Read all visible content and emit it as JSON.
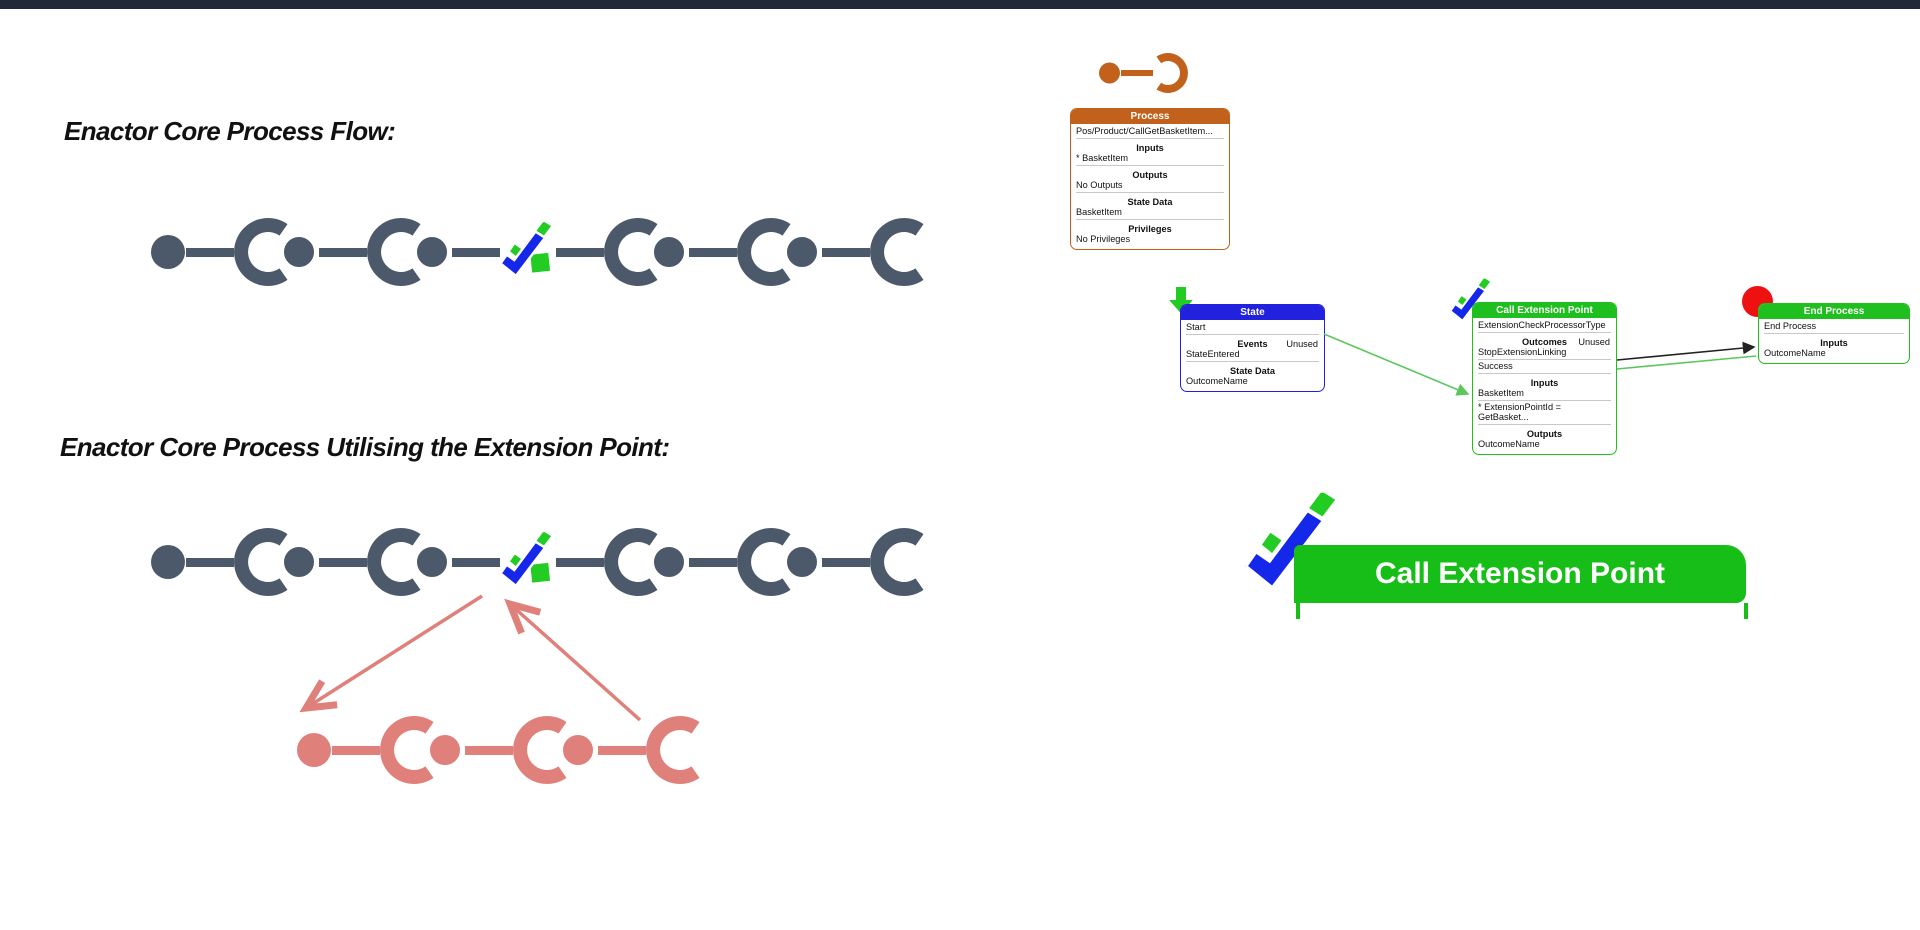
{
  "page": {
    "title_area": "Enactor process flow documentation"
  },
  "headings": {
    "core": "Enactor Core Process Flow:",
    "extension": "Enactor Core Process Utilising the Extension Point:"
  },
  "colors": {
    "top_bar": "#212938",
    "core_flow": "#4C596B",
    "extension_flow": "#4C596B",
    "detail_flow": "#E0807B",
    "process_accent": "#C2611B",
    "state_accent": "#2121DE",
    "success_green": "#1FBF1F",
    "banner_green": "#17BE17",
    "icon_blue": "#1527E8",
    "icon_green": "#22CC22",
    "end_marker_red": "#EE1111",
    "link_black": "#222222",
    "link_green": "#5CC85C"
  },
  "icons": {
    "extension_point_icon": "double-check (blue + green) with green square",
    "state_entry_icon": "green-down-arrow",
    "end_marker_icon": "red-circle",
    "process_link_icon": "circle-line-crescent"
  },
  "flows": {
    "core": {
      "sequence": [
        "start",
        "step",
        "step",
        "extension",
        "step",
        "step",
        "end"
      ]
    },
    "extension": {
      "sequence": [
        "start",
        "step",
        "step",
        "extension",
        "step",
        "step",
        "end"
      ]
    },
    "extension_detail": {
      "sequence": [
        "start",
        "step",
        "step",
        "end"
      ]
    },
    "mini_process": {
      "sequence": [
        "start",
        "end-left"
      ]
    }
  },
  "boxes": {
    "process": {
      "title": "Process",
      "name": "Pos/Product/CallGetBasketItem...",
      "sections": [
        {
          "label": "Inputs",
          "rows": [
            "* BasketItem"
          ]
        },
        {
          "label": "Outputs",
          "rows": [
            "No Outputs"
          ]
        },
        {
          "label": "State Data",
          "rows": [
            "BasketItem"
          ]
        },
        {
          "label": "Privileges",
          "rows": [
            "No Privileges"
          ]
        }
      ]
    },
    "state": {
      "title": "State",
      "name": "Start",
      "sections": [
        {
          "label": "Events",
          "tag": "Unused",
          "rows": [
            "StateEntered"
          ]
        },
        {
          "label": "State Data",
          "rows": [
            "OutcomeName"
          ]
        }
      ]
    },
    "call_extension": {
      "title": "Call Extension Point",
      "name": "ExtensionCheckProcessorType",
      "sections": [
        {
          "label": "Outcomes",
          "tag": "Unused",
          "rows": [
            "StopExtensionLinking",
            "Success"
          ]
        },
        {
          "label": "Inputs",
          "rows": [
            "BasketItem",
            "* ExtensionPointId = GetBasket..."
          ]
        },
        {
          "label": "Outputs",
          "rows": [
            "OutcomeName"
          ]
        }
      ]
    },
    "end_process": {
      "title": "End Process",
      "name": "End Process",
      "sections": [
        {
          "label": "Inputs",
          "rows": [
            "OutcomeName"
          ]
        }
      ]
    }
  },
  "banner": {
    "label": "Call Extension Point"
  }
}
